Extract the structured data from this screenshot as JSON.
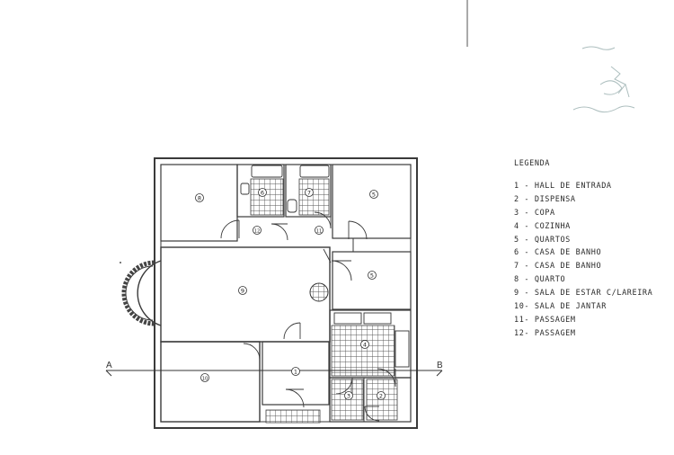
{
  "legend": {
    "title": "LEGENDA",
    "items": [
      "1 - HALL DE ENTRADA",
      "2 - DISPENSA",
      "3 - COPA",
      "4 - COZINHA",
      "5 - QUARTOS",
      "6 - CASA DE BANHO",
      "7 - CASA DE BANHO",
      "8 - QUARTO",
      "9 - SALA DE ESTAR C/LAREIRA",
      "10- SALA DE JANTAR",
      "11- PASSAGEM",
      "12- PASSAGEM"
    ]
  },
  "section": {
    "left": "A",
    "right": "B"
  },
  "rooms": [
    {
      "label": "8"
    },
    {
      "label": "5"
    },
    {
      "label": "5"
    },
    {
      "label": "9"
    },
    {
      "label": "10"
    },
    {
      "label": "1"
    },
    {
      "label": "4"
    },
    {
      "label": "3"
    },
    {
      "label": "2"
    },
    {
      "label": "6"
    },
    {
      "label": "7"
    },
    {
      "label": "12"
    },
    {
      "label": "11"
    }
  ],
  "colors": {
    "line": "#3a3a3a",
    "tile": "#6a6a6a",
    "paper": "#ffffff"
  }
}
